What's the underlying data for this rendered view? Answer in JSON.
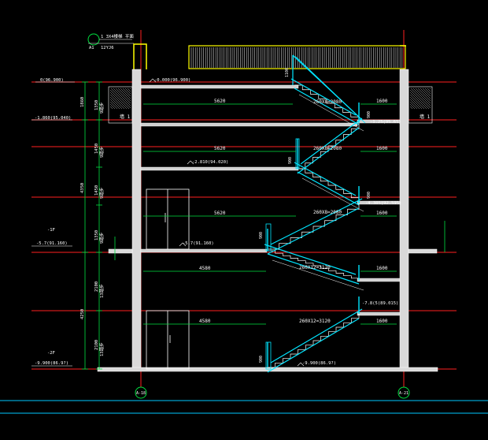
{
  "colors": {
    "background": "#000000",
    "axis_line": "#ff2020",
    "wall": "#c8c8c8",
    "stair": "#00e5ff",
    "stair_outline": "#ffffff",
    "dimension": "#00e040",
    "label_white": "#ffffff",
    "label_yellow": "#ffff00",
    "roof_yellow": "#ffff00",
    "railing": "#ffffff",
    "baseline": "#00c8ff"
  },
  "detail_callout": {
    "number": "A1",
    "ref_top": "1 3X4楼梯 平面",
    "ref_bottom": "12YJ6"
  },
  "left_elevations": {
    "roof": "0(96.900)",
    "upper": "-1.860(95.040)",
    "mid_marker": "-1F",
    "mid": "-5.7(91.160)",
    "bottom_marker": "-2F",
    "bottom": "-9.900(86.9?)"
  },
  "right_elevations": {
    "e1": "-1.25(95.65)",
    "e2": "-4.305(92.595)",
    "e3": "-7.8(5(89.015)"
  },
  "inline_labels": {
    "top_floor": "-0.000(96.900)",
    "landing_1": "-2.810(94.020)",
    "floor_1": "-5.7(91.160)",
    "bottom_floor": "-9.900(86.9?)"
  },
  "spans": {
    "s1": "5620",
    "s2": "5620",
    "s3": "5620",
    "s4": "4580",
    "s5": "4580",
    "w1": "1600",
    "w2": "1600",
    "w3": "1600",
    "w4": "1600",
    "w5": "1600"
  },
  "stair_labels": {
    "f1": "260X8=2080",
    "f2": "260X8=2080",
    "f3": "260X8=2080",
    "f4": "260X12=3120",
    "f5": "260X12=3120"
  },
  "rise_labels": {
    "r1": "900",
    "r2": "900",
    "r3": "900",
    "r4": "900",
    "r5": "900",
    "r6": "1100"
  },
  "left_dims": {
    "d1": "1860",
    "d2": "4350",
    "d3": "4250",
    "s1": "1350",
    "s2": "1450",
    "s3": "1450",
    "s4": "1350",
    "s5": "2100",
    "s6": "2100",
    "sub1": "9踏步",
    "sub2": "9踏步",
    "sub3": "9踏步",
    "sub4": "9踏步",
    "sub5": "13踏步",
    "sub6": "13踏步"
  },
  "wall_labels": {
    "left": "墙 1",
    "right": "墙 1"
  },
  "axes": {
    "left": "A-18",
    "right": "A-21"
  }
}
